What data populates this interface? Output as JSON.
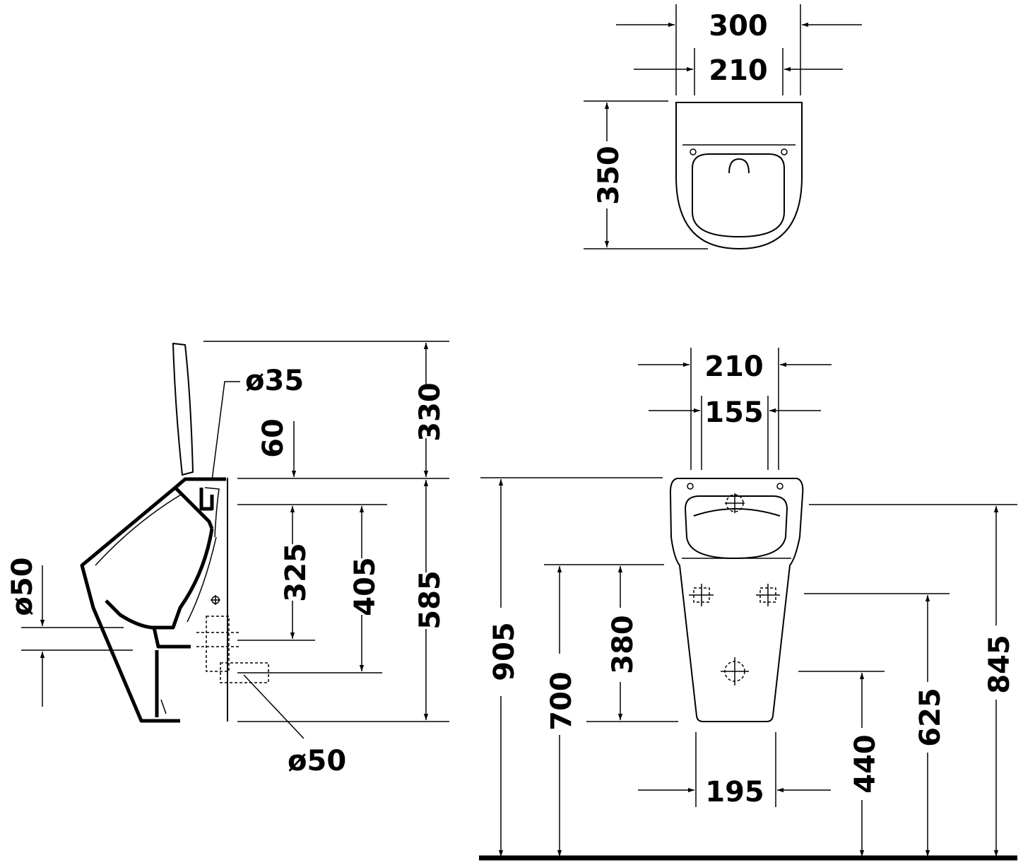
{
  "views": {
    "top": {
      "overall_width": "300",
      "inner_width": "210",
      "depth": "350"
    },
    "side": {
      "pipe_diameter_top": "ø35",
      "top_height": "330",
      "inlet_offset": "60",
      "dim_325": "325",
      "dim_405": "405",
      "body_height": "585",
      "outlet_diameter_left": "ø50",
      "outlet_diameter_bottom": "ø50"
    },
    "front": {
      "top_width": "210",
      "hole_spacing": "155",
      "dim_380": "380",
      "total_height": "905",
      "bottom_edge_height": "700",
      "bottom_width": "195",
      "outlet_height": "440",
      "fixing_height": "625",
      "rim_height": "845"
    }
  }
}
